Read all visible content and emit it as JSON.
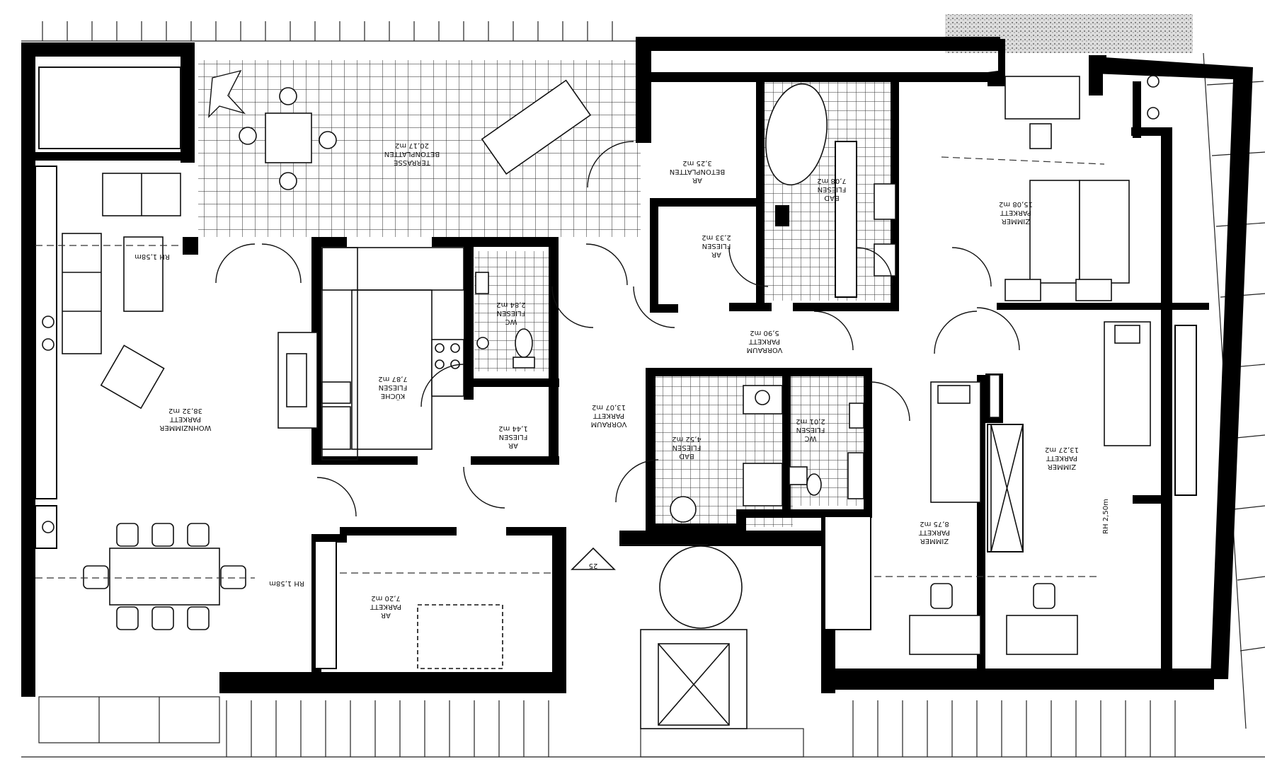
{
  "plan": {
    "rooms": {
      "wohnzimmer": {
        "name": "WOHNZIMMER",
        "floor": "PARKETT",
        "area": "38,32 m2"
      },
      "kueche": {
        "name": "KÜCHE",
        "floor": "FLIESEN",
        "area": "7,87 m2"
      },
      "ar_fliesen_small": {
        "name": "AR",
        "floor": "FLIESEN",
        "area": "1,44 m2"
      },
      "wc_small": {
        "name": "WC",
        "floor": "FLIESEN",
        "area": "2,84 m2"
      },
      "terrasse": {
        "name": "TERRASSE",
        "floor": "BETONPLATTEN",
        "area": "20,17 m2"
      },
      "ar_betonplatten": {
        "name": "AR",
        "floor": "BETONPLATTEN",
        "area": "3,25 m2"
      },
      "ar_fliesen_mid": {
        "name": "AR",
        "floor": "FLIESEN",
        "area": "2,33 m2"
      },
      "bad_top": {
        "name": "BAD",
        "floor": "FLIESEN",
        "area": "7,08 m2"
      },
      "zimmer_top": {
        "name": "ZIMMER",
        "floor": "PARKETT",
        "area": "15,08 m2"
      },
      "vorraum_top": {
        "name": "VORRAUM",
        "floor": "PARKETT",
        "area": "5,90 m2"
      },
      "vorraum_main": {
        "name": "VORRAUM",
        "floor": "PARKETT",
        "area": "13,07 m2"
      },
      "bad_mid": {
        "name": "BAD",
        "floor": "FLIESEN",
        "area": "4,52 m2"
      },
      "wc_mid": {
        "name": "WC",
        "floor": "FLIESEN",
        "area": "2,01 m2"
      },
      "zimmer_mid": {
        "name": "ZIMMER",
        "floor": "PARKETT",
        "area": "8,75 m2"
      },
      "zimmer_right": {
        "name": "ZIMMER",
        "floor": "PARKETT",
        "area": "13,27 m2"
      },
      "ar_parkett": {
        "name": "AR",
        "floor": "PARKETT",
        "area": "7,20 m2"
      }
    },
    "heights": {
      "rh_living": "RH 1,58m",
      "rh_right": "RH 2,50m",
      "rh_dining": "RH 1,58m"
    },
    "stair_mark": "25"
  }
}
